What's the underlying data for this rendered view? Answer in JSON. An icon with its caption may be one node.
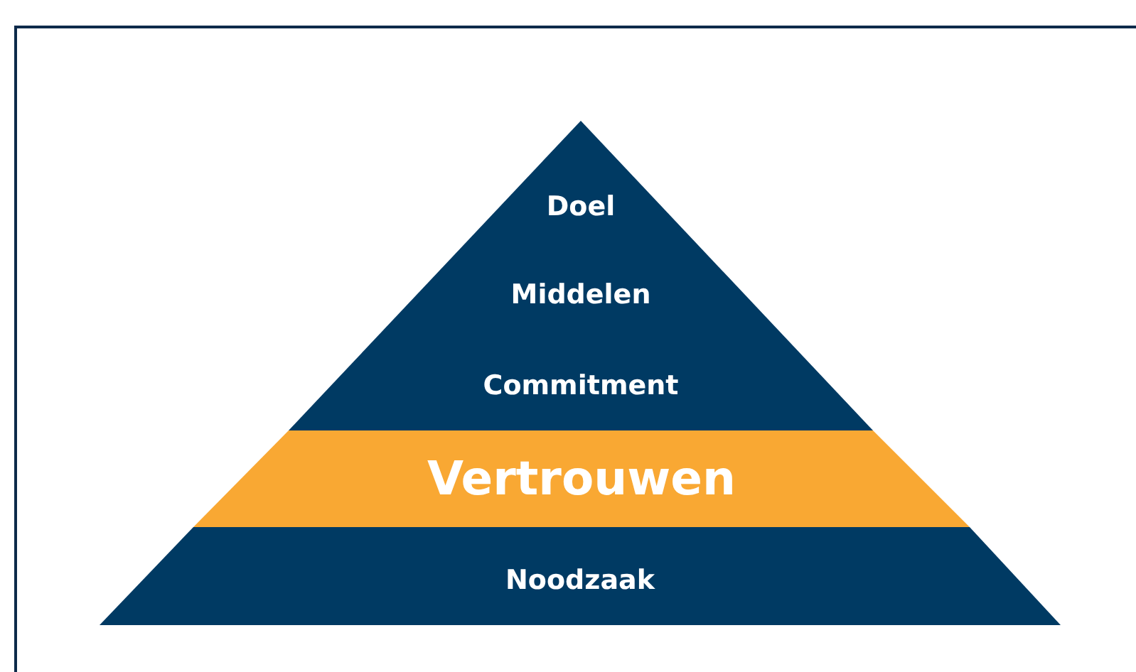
{
  "diagram": {
    "nodes": [
      {
        "text": [
          "Doel",
          "Middelen",
          "Commitment"
        ]
      },
      {
        "text": [
          "Vertrouwen"
        ]
      },
      {
        "text": [
          "Noodzaak"
        ]
      }
    ]
  }
}
